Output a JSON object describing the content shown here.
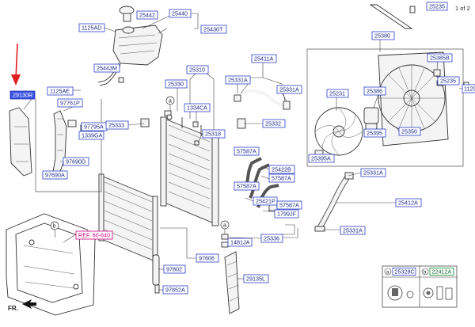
{
  "page_indicator": "1 of 2",
  "direction_label": "FR.",
  "colors": {
    "label_text": "#1a2a8c",
    "label_border": "#2a3fc8",
    "highlight": "#3b55e6",
    "reference": "#d3007e",
    "arrow": "#e02020"
  },
  "parts": {
    "p25235a": "25235",
    "p25442": "25442",
    "p25440": "25440",
    "p1125ad": "1125AD",
    "p25430t": "25430T",
    "p25443m": "25443M",
    "p25380": "25380",
    "p25310": "25310",
    "p25411a": "25411A",
    "p1125ae": "1125AE",
    "p25330": "25330",
    "p25331a_1": "25331A",
    "p25331a_2": "25331A",
    "p25385b": "25385B",
    "p25235b": "25235",
    "p1129": "1129",
    "p29130r": "29130R",
    "p97761p": "97761P",
    "p1334ca": "1334CA",
    "p25231": "25231",
    "p25386": "25386",
    "p97795a": "97795A",
    "p25333": "25333",
    "p25332": "25332",
    "p1339ga": "1339GA",
    "p25318": "25318",
    "p25395": "25395",
    "p25350": "25350",
    "p57587a_1": "57587A",
    "p25395a": "25395A",
    "p97690d": "97690D",
    "p25422b": "25422B",
    "p57587a_2": "57587A",
    "p97690a": "97690A",
    "p25331a_3": "25331A",
    "p57587a_3": "57587A",
    "p25412a": "25412A",
    "p25421p": "25421P",
    "p57587a_4": "57587A",
    "p1799jf": "1799JF",
    "p25331a_4": "25331A",
    "p25336": "25336",
    "p1481ja": "1481JA",
    "p97606": "97606",
    "p97802": "97802",
    "p29135l": "29135L",
    "p97852a": "97852A",
    "ref_6064": "REF. 60-640",
    "legend_a_part": "25328C",
    "legend_b_part": "22412A"
  },
  "callouts": {
    "a": "a",
    "b": "b"
  }
}
